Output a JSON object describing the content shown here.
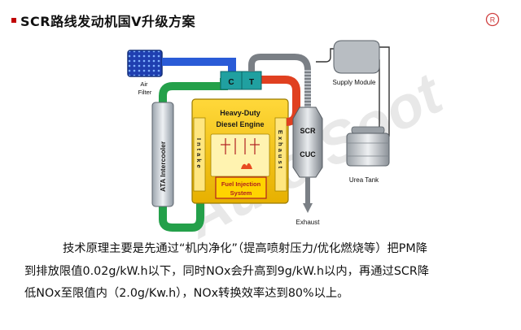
{
  "page": {
    "title": "SCR路线发动机国Ⅴ升级方案",
    "colors": {
      "title_square": "#c00000",
      "engine_yellow": "#f2c200",
      "intake_blue": "#2a5bd7",
      "exhaust_red": "#e04020",
      "turbo_teal": "#20a0a0"
    }
  },
  "diagram": {
    "air_filter": "Air\nFilter",
    "turbo_c": "C",
    "turbo_t": "T",
    "engine_title_1": "Heavy-Duty",
    "engine_title_2": "Diesel Engine",
    "intake": "Intake",
    "exhaust_side": "Exhaust",
    "fuel_injection_1": "Fuel Injection",
    "fuel_injection_2": "System",
    "intercooler": "ATA Intercooler",
    "scr": "SCR",
    "cuc": "CUC",
    "supply_module": "Supply Module",
    "urea_tank": "Urea Tank",
    "exhaust_out": "Exhaust",
    "watermark": "Auto Soot"
  },
  "text": {
    "line1": "技术原理主要是先通过“机内净化”（提高喷射压力/优化燃烧等）把PM降",
    "line2": "到排放限值0.02g/kW.h以下，同时NOx会升高到9g/kW.h以内，再通过SCR降",
    "line3": "低NOx至限值内（2.0g/Kw.h），NOx转换效率达到80%以上。"
  }
}
